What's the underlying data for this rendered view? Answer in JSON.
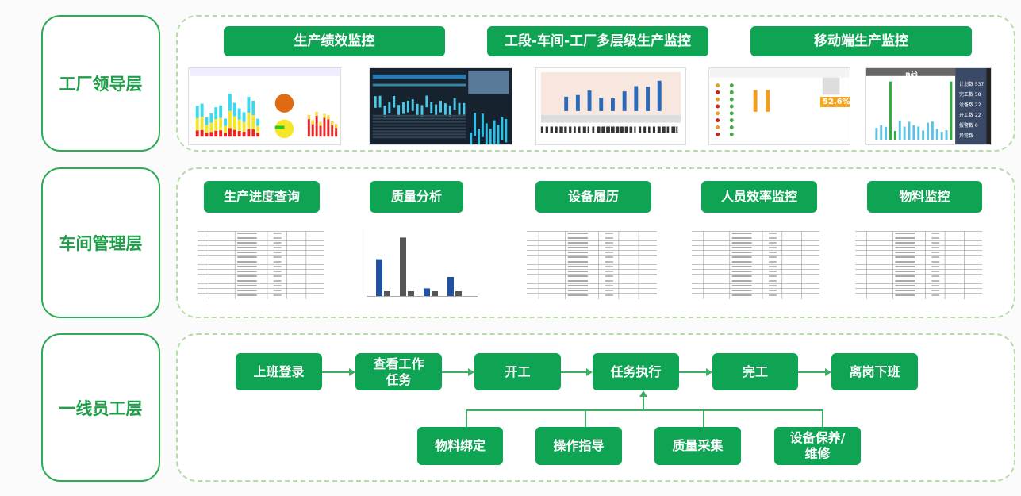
{
  "colors": {
    "primary": "#0ea453",
    "label_text": "#1f9e4a",
    "dashed_border": "#b5dca6",
    "connector": "#3fae65"
  },
  "layers": [
    {
      "label": "工厂领导层",
      "modules": [
        "生产绩效监控",
        "工段-车间-工厂多层级生产监控",
        "移动端生产监控"
      ]
    },
    {
      "label": "车间管理层",
      "modules": [
        "生产进度查询",
        "质量分析",
        "设备履历",
        "人员效率监控",
        "物料监控"
      ]
    },
    {
      "label": "一线员工层",
      "flow": [
        "上班登录",
        "查看工作任务",
        "开工",
        "任务执行",
        "完工",
        "离岗下班"
      ],
      "supports": [
        "物料绑定",
        "操作指导",
        "质量采集",
        "设备保养/维修"
      ]
    }
  ],
  "thumbnails": {
    "mobile_line": "B线",
    "efficiency": "52.6%",
    "mobile_stats": [
      "计划数 537",
      "完工数 58",
      "设备数 22",
      "开工数 22",
      "报警数 0",
      "异常数"
    ]
  }
}
